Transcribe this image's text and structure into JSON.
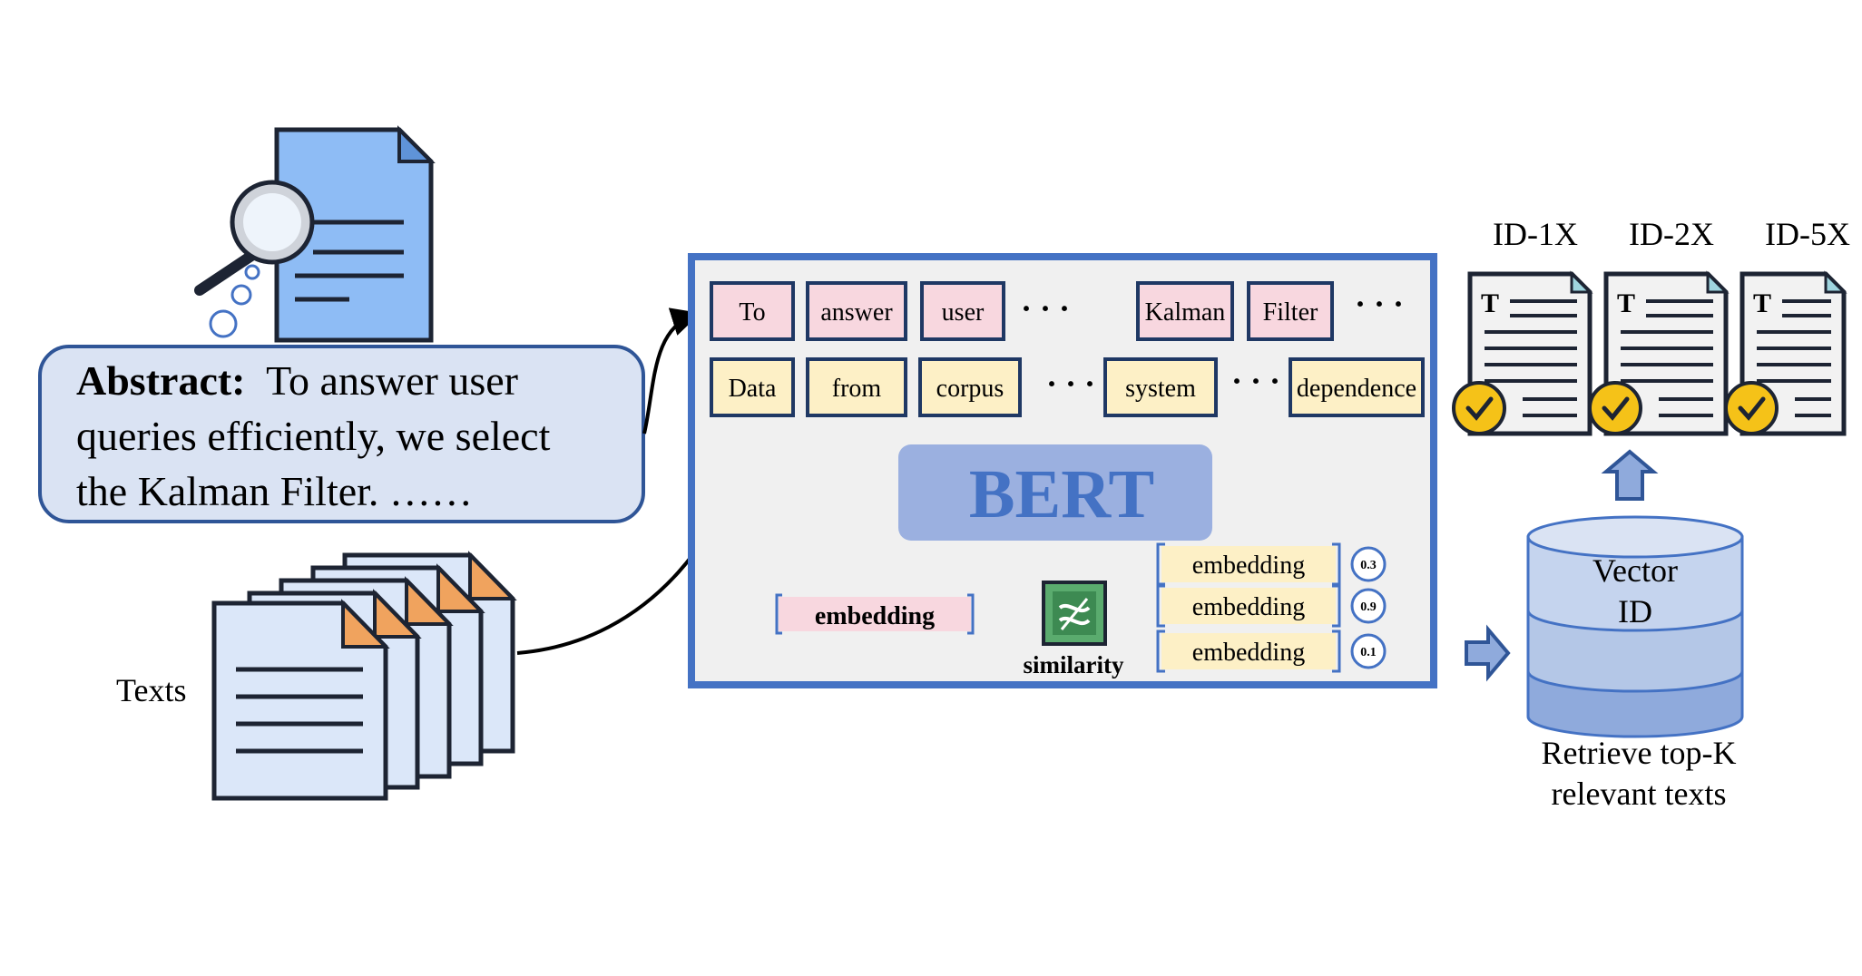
{
  "abstract": {
    "label": "Abstract:",
    "line1": "To answer user",
    "line2": "queries efficiently, we select",
    "line3": "the Kalman Filter. ……"
  },
  "texts_label": "Texts",
  "query_tokens": [
    "To",
    "answer",
    "user",
    "Kalman",
    "Filter"
  ],
  "corpus_tokens": [
    "Data",
    "from",
    "corpus",
    "system",
    "dependence"
  ],
  "ellipsis": "· · ·",
  "bert_label": "BERT",
  "query_embedding_label": "embedding",
  "similarity_label": "similarity",
  "candidate_embeddings": [
    {
      "label": "embedding",
      "score": "0.3"
    },
    {
      "label": "embedding",
      "score": "0.9"
    },
    {
      "label": "embedding",
      "score": "0.1"
    }
  ],
  "vector_db": {
    "line1": "Vector",
    "line2": "ID"
  },
  "retrieve_caption": {
    "line1": "Retrieve top-K",
    "line2": "relevant texts"
  },
  "result_ids": [
    "ID-1X",
    "ID-2X",
    "ID-5X"
  ],
  "colors": {
    "frame_blue": "#4472c4",
    "light_blue": "#dae3f3",
    "pink": "#f8d7df",
    "cream": "#fdf0c6",
    "bert_fill": "#8faadc",
    "bert_text": "#4472c4",
    "check_yellow": "#f5c218",
    "panel_gray": "#f0f0f0"
  }
}
